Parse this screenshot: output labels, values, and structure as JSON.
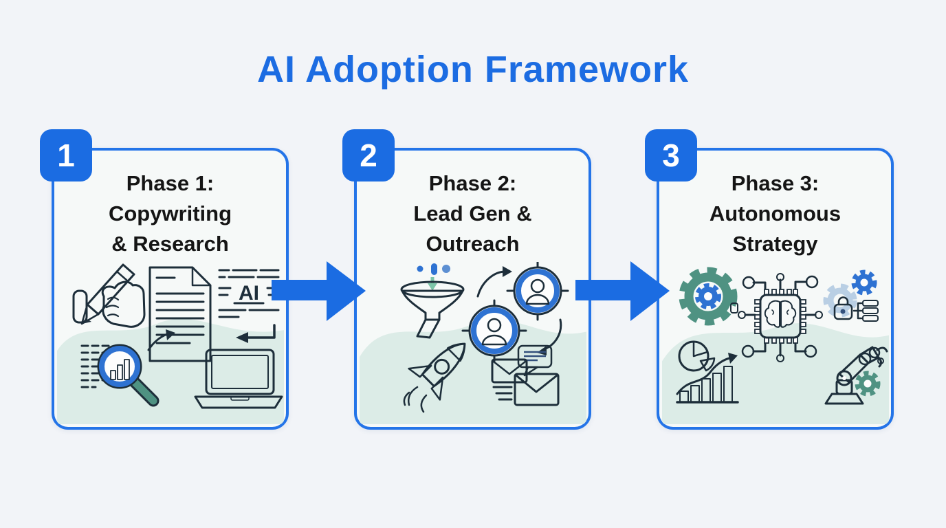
{
  "title": {
    "text": "AI Adoption Framework",
    "color": "#1c6ce2"
  },
  "colors": {
    "primary_blue": "#1b6ce2",
    "card_border_blue": "#2474e8",
    "card_background": "#f6f9f8",
    "mint_blob": "#dcece7",
    "page_background": "#f2f4f8",
    "heading_text": "#151515",
    "outline_dark": "#1d2e3a",
    "teal": "#4f9282",
    "envelope_green": "#3c8573",
    "peach_skin": "#f4c9a2",
    "light_blue": "#aecbe6"
  },
  "phases": [
    {
      "badge": "1",
      "title_lines": [
        "Phase 1:",
        "Copywriting",
        "& Research"
      ],
      "ai_icon_label": "AI",
      "icons": [
        "writing-hand-icon",
        "document-icon",
        "ai-text-block-icon",
        "return-arrow-icon",
        "magnifier-bar-chart-icon",
        "laptop-icon"
      ]
    },
    {
      "badge": "2",
      "title_lines": [
        "Phase 2:",
        "Lead Gen &",
        "Outreach"
      ],
      "icons": [
        "funnel-icon",
        "lead-target-cycle-icon",
        "rocket-icon",
        "email-chat-outreach-icon"
      ]
    },
    {
      "badge": "3",
      "title_lines": [
        "Phase 3:",
        "Autonomous",
        "Strategy"
      ],
      "icons": [
        "double-gear-icon",
        "ai-brain-chip-icon",
        "gear-lock-list-icon",
        "pie-bar-growth-icon",
        "robot-arm-icon"
      ]
    }
  ],
  "arrows": [
    {
      "name": "arrow-phase1-to-phase2"
    },
    {
      "name": "arrow-phase2-to-phase3"
    }
  ]
}
